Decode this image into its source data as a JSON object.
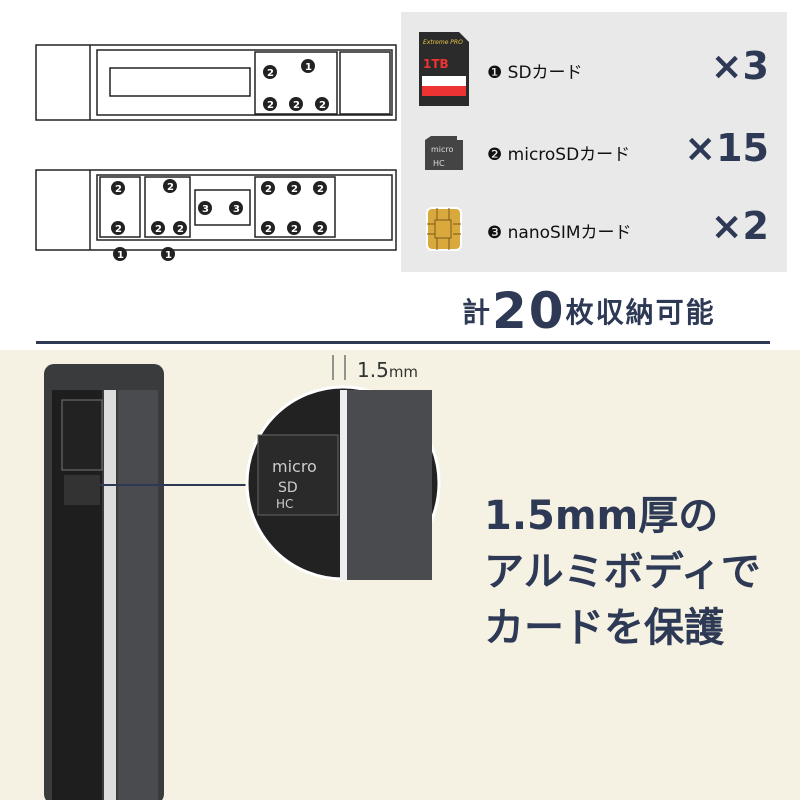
{
  "cards": [
    {
      "marker": "❶",
      "label": "SDカード",
      "count": "×3",
      "icon": "sd-card-icon"
    },
    {
      "marker": "❷",
      "label": "microSDカード",
      "count": "×15",
      "icon": "microsd-card-icon"
    },
    {
      "marker": "❸",
      "label": "nanoSIMカード",
      "count": "×2",
      "icon": "sim-card-icon"
    }
  ],
  "total": {
    "prefix": "計",
    "number": "20",
    "suffix": "枚収納可能"
  },
  "dimension": {
    "value": "1.5",
    "unit": "mm"
  },
  "headline": [
    "1.5mm厚の",
    "アルミボディで",
    "カードを保護"
  ],
  "sd_label": {
    "brand": "Extreme PRO",
    "capacity": "1TB"
  },
  "microsd_label": {
    "line1": "micro",
    "line2": "SD",
    "line3": "HC"
  },
  "diagram_markers": [
    "1",
    "2",
    "3"
  ],
  "colors": {
    "navy": "#2e3a55",
    "beige": "#f5f2e4",
    "panel": "#e9e9e9"
  }
}
